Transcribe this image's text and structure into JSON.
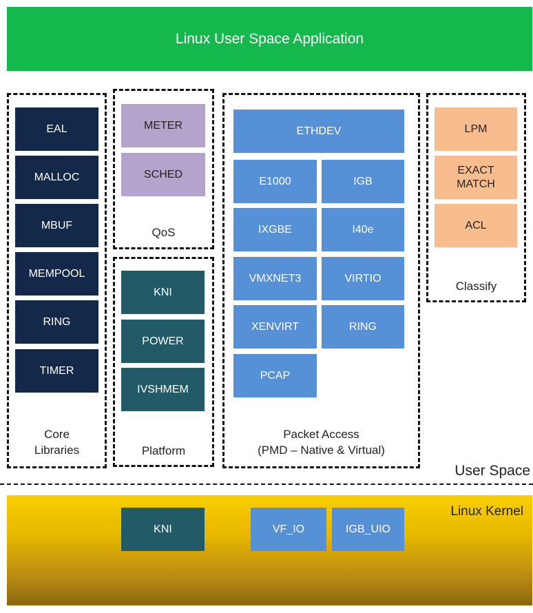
{
  "header": {
    "title": "Linux User Space Application"
  },
  "groups": {
    "core": {
      "caption": "Core\nLibraries",
      "items": [
        "EAL",
        "MALLOC",
        "MBUF",
        "MEMPOOL",
        "RING",
        "TIMER"
      ]
    },
    "qos": {
      "caption": "QoS",
      "items": [
        "METER",
        "SCHED"
      ]
    },
    "platform": {
      "caption": "Platform",
      "items": [
        "KNI",
        "POWER",
        "IVSHMEM"
      ]
    },
    "packet": {
      "caption": "Packet Access\n(PMD – Native & Virtual)",
      "top": "ETHDEV",
      "items": [
        "E1000",
        "IGB",
        "IXGBE",
        "I40e",
        "VMXNET3",
        "VIRTIO",
        "XENVIRT",
        "RING",
        "PCAP"
      ]
    },
    "classify": {
      "caption": "Classify",
      "items": [
        "LPM",
        "EXACT\nMATCH",
        "ACL"
      ]
    }
  },
  "user_space_label": "User Space",
  "kernel": {
    "label": "Linux Kernel",
    "items": [
      "KNI",
      "VF_IO",
      "IGB_UIO"
    ]
  },
  "colors": {
    "header_green": "#14b84c",
    "core_navy": "#14294a",
    "qos_purple": "#b4a3ca",
    "platform_teal": "#225a68",
    "packet_blue": "#5690d6",
    "classify_peach": "#f8bd8e",
    "kernel_yellow": "#f9cf00"
  }
}
